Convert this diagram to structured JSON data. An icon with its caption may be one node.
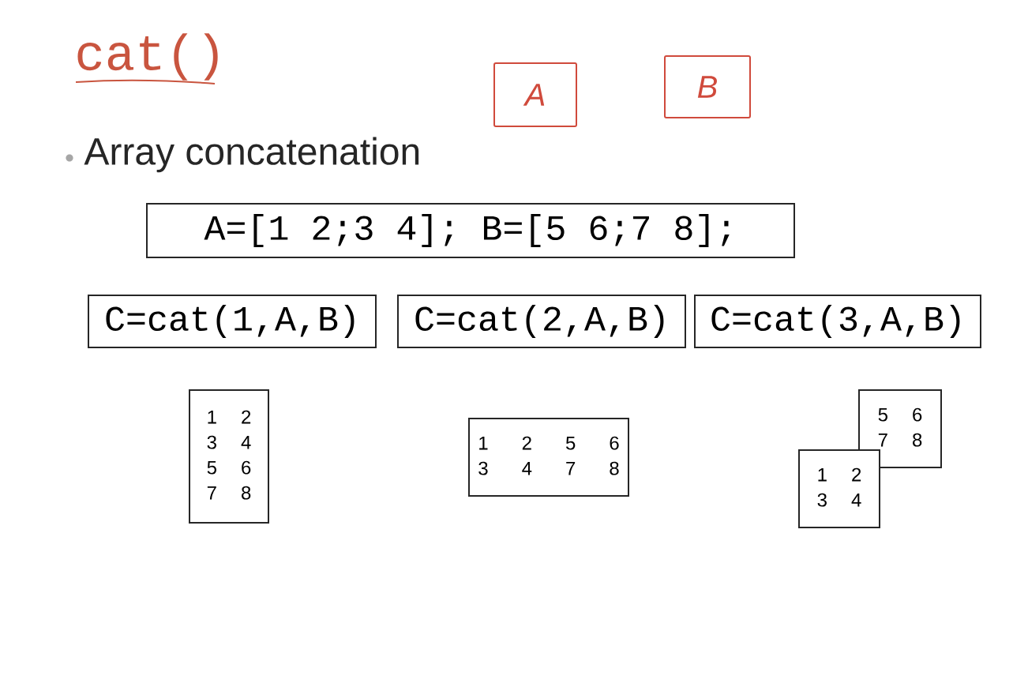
{
  "diagram": {
    "title": "cat()",
    "nodes": [
      {
        "text": [
          "A"
        ]
      },
      {
        "text": [
          "B"
        ]
      },
      {
        "text": [
          "A=[1 2;3 4]; B=[5 6;7 8];"
        ]
      },
      {
        "text": [
          "C=cat(1,A,B)"
        ]
      },
      {
        "text": [
          "C=cat(2,A,B)"
        ]
      },
      {
        "text": [
          "C=cat(3,A,B)"
        ]
      },
      {
        "text": [
          "1 2",
          "3 4",
          "5 6",
          "7 8"
        ]
      },
      {
        "text": [
          "1 2 5 6",
          "3 4 7 8"
        ]
      },
      {
        "text": [
          "5 6",
          "7 8"
        ]
      },
      {
        "text": [
          "1 2",
          "3 4"
        ]
      }
    ],
    "labels": [
      "Array concatenation"
    ]
  }
}
